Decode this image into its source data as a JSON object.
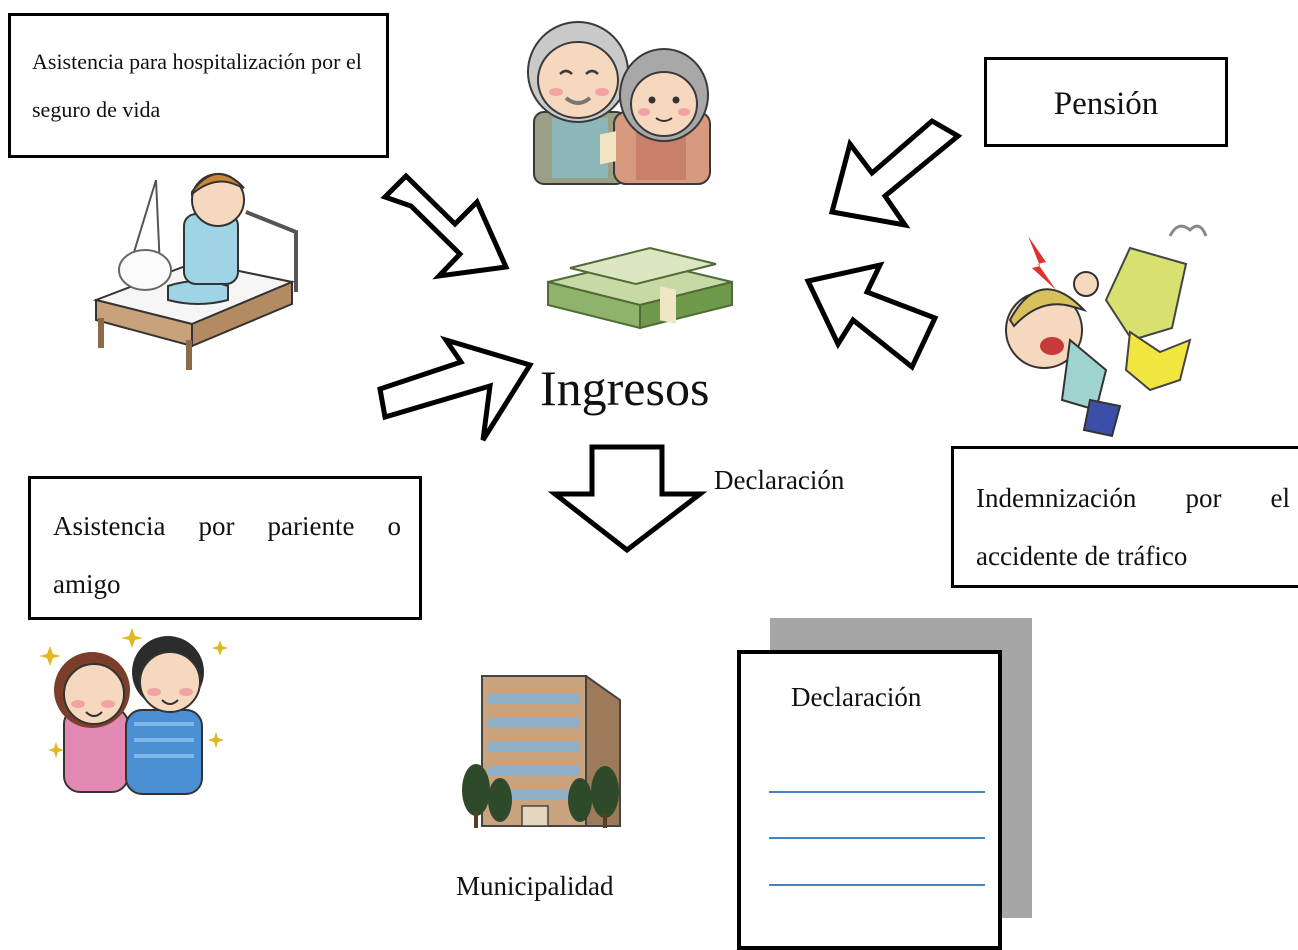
{
  "boxes": {
    "hospital_insurance": "Asistencia para hospitalización por el seguro de vida",
    "pension": "Pensión",
    "relatives_line1": "Asistencia por pariente o",
    "relatives_line2": "amigo",
    "traffic_line1": "Indemnización por el",
    "traffic_line2": "accidente de tráfico"
  },
  "center": {
    "income": "Ingresos",
    "declaration_arrow_label": "Declaración"
  },
  "bottom": {
    "municipality": "Municipalidad",
    "form_title": "Declaración"
  },
  "icons": {
    "elderly_couple": "elderly-couple-icon",
    "money": "money-stack-icon",
    "injured_patient": "injured-patient-icon",
    "traffic_accident": "traffic-accident-icon",
    "friends": "friends-icon",
    "building": "municipal-building-icon",
    "document": "declaration-form-icon"
  },
  "colors": {
    "form_lines": "#4a7fc0",
    "form_shadow": "#a6a6a6",
    "money_green": "#6f9a4c"
  }
}
